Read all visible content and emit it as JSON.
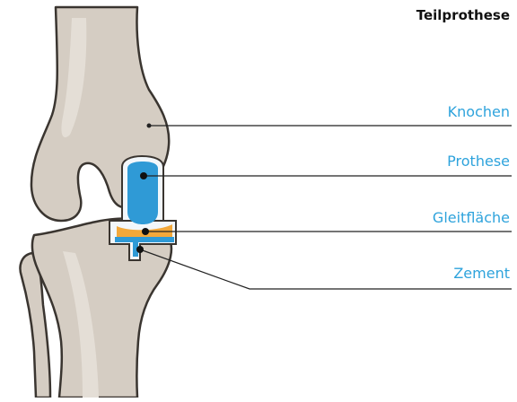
{
  "title": "Teilprothese",
  "labels": {
    "knochen": "Knochen",
    "prothese": "Prothese",
    "gleitflaeche": "Gleitfläche",
    "zement": "Zement"
  },
  "colors": {
    "bone": "#d5cdc3",
    "bone_outline": "#3a3530",
    "prosthesis": "#2f9ad6",
    "sliding_surface": "#f3a83a",
    "cement": "#e9f3fa",
    "label_text": "#2ea3dc",
    "leader_line": "#222222"
  }
}
